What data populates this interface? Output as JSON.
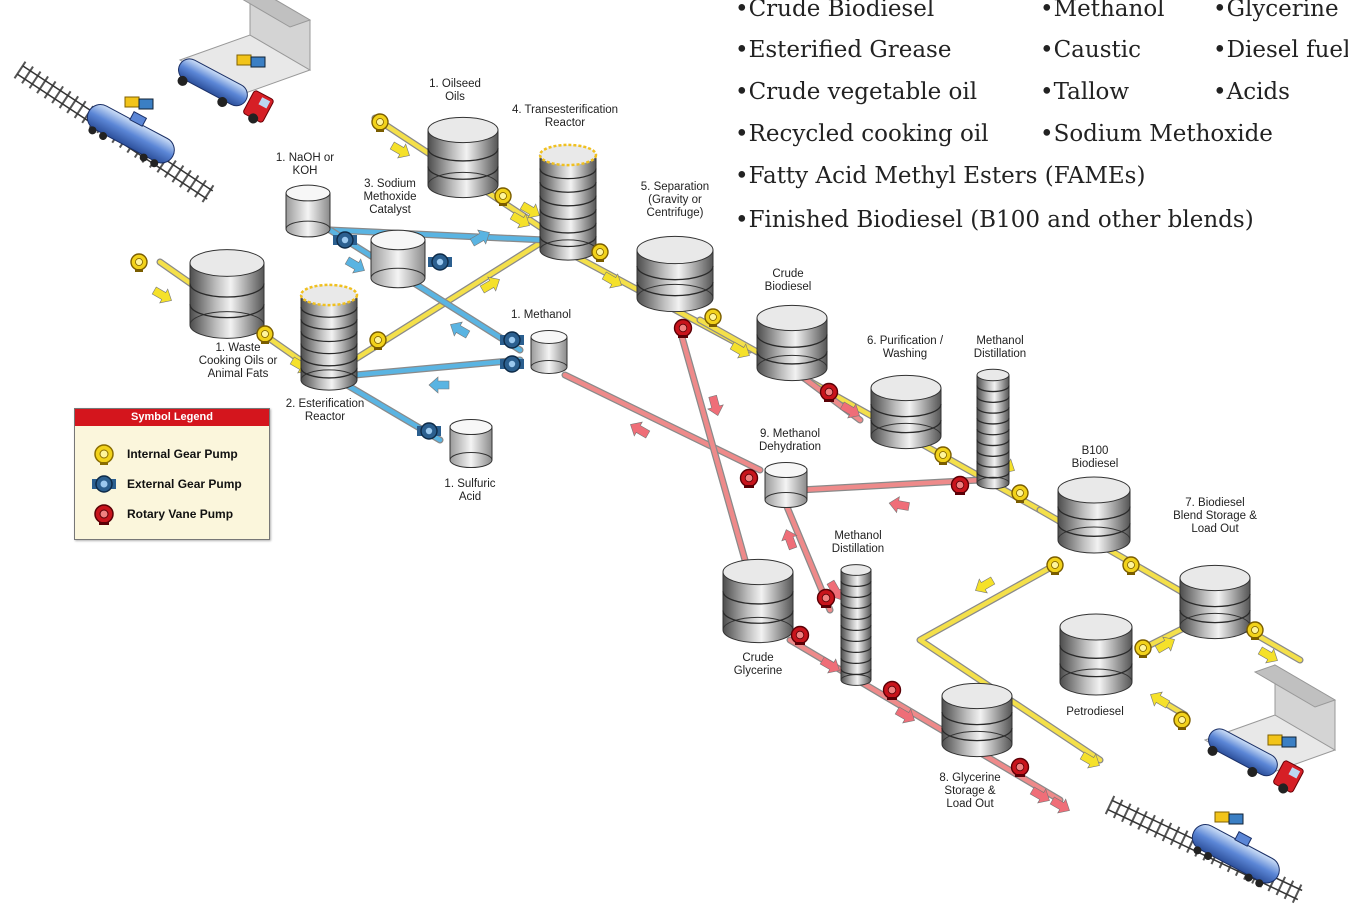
{
  "bullets": [
    "Crude Biodiesel",
    "Methanol",
    "Glycerine",
    "Esterified Grease",
    "Caustic",
    "Diesel fuel",
    "Crude vegetable oil",
    "Tallow",
    "Acids",
    "Recycled cooking oil",
    "Sodium Methoxide",
    "Fatty Acid Methyl Esters (FAMEs)",
    "Finished Biodiesel (B100 and other blends)"
  ],
  "labels": {
    "oilseed": "1. Oilseed\nOils",
    "transest": "4. Transesterification\nReactor",
    "naoh": "1. NaOH or\nKOH",
    "methoxide": "3. Sodium\nMethoxide\nCatalyst",
    "separation": "5. Separation\n(Gravity or\nCentrifuge)",
    "crude_biodiesel": "Crude\nBiodiesel",
    "methanol": "1. Methanol",
    "waste": "1. Waste\nCooking Oils or\nAnimal Fats",
    "esterification": "2. Esterification\nReactor",
    "sulfuric": "1. Sulfuric\nAcid",
    "purification": "6. Purification /\nWashing",
    "meth_dist_1": "Methanol\nDistillation",
    "meth_dehyd": "9. Methanol\nDehydration",
    "b100": "B100\nBiodiesel",
    "blend_storage": "7. Biodiesel\nBlend Storage &\nLoad Out",
    "meth_dist_2": "Methanol\nDistillation",
    "crude_glycerine": "Crude\nGlycerine",
    "petrodiesel": "Petrodiesel",
    "glycerine_storage": "8. Glycerine\nStorage &\nLoad Out"
  },
  "legend": {
    "title": "Symbol Legend",
    "items": [
      {
        "label": "Internal Gear Pump",
        "color": "#f2d21a",
        "icon": "internal-gear-pump-icon"
      },
      {
        "label": "External Gear Pump",
        "color": "#2b5f8f",
        "icon": "external-gear-pump-icon"
      },
      {
        "label": "Rotary Vane Pump",
        "color": "#c8141c",
        "icon": "rotary-vane-pump-icon"
      }
    ]
  },
  "colors": {
    "yellow_line": "#f4e04a",
    "blue_line": "#5ab4e2",
    "red_line": "#ee8a8a",
    "tank_body": "#7a7a7a",
    "legend_header": "#d4151d"
  }
}
